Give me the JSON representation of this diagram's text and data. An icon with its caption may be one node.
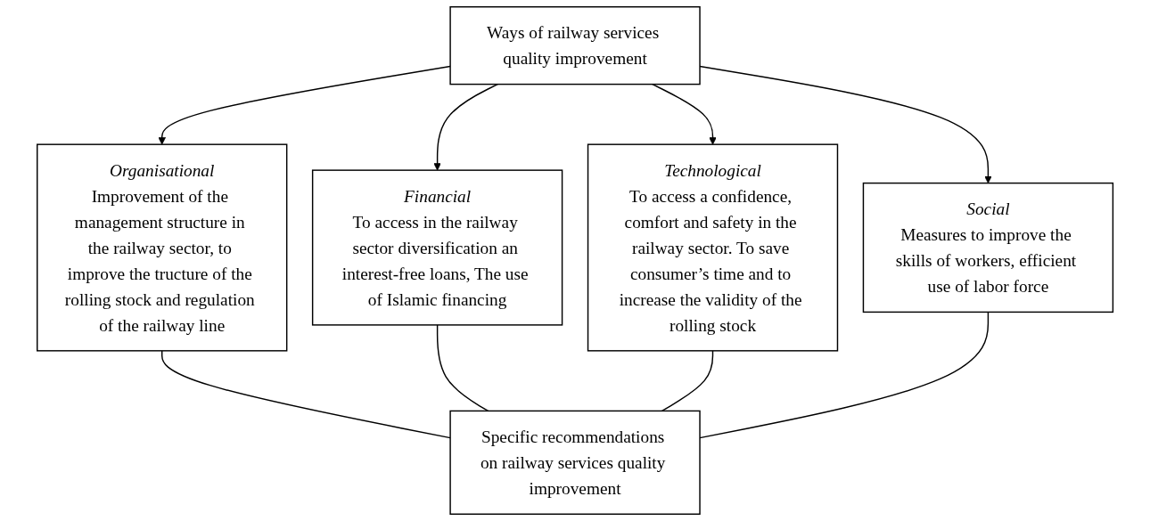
{
  "diagram": {
    "nodes": [
      {
        "text": [
          "Ways of railway services quality improvement"
        ]
      },
      {
        "text": [
          "Organisational",
          "Improvement of the management structure in the railway sector, to improve the tructure of the rolling stock and regulation of the railway line"
        ]
      },
      {
        "text": [
          "Financial",
          "To access in the railway sector diversification an interest-free loans, The use of Islamic financing"
        ]
      },
      {
        "text": [
          "Technological",
          "To access a confidence, comfort and safety in the railway sector. To save consumer’s time and to increase the validity of the rolling stock"
        ]
      },
      {
        "text": [
          "Social",
          "Measures to improve the skills of workers, efficient use of labor force"
        ]
      },
      {
        "text": [
          "Specific recommendations on railway services quality improvement"
        ]
      }
    ],
    "edges": [
      {
        "from": 0,
        "to": 1,
        "arrow": "to"
      },
      {
        "from": 0,
        "to": 2,
        "arrow": "to"
      },
      {
        "from": 0,
        "to": 3,
        "arrow": "to"
      },
      {
        "from": 0,
        "to": 4,
        "arrow": "to"
      },
      {
        "from": 1,
        "to": 5,
        "arrow": "none"
      },
      {
        "from": 2,
        "to": 5,
        "arrow": "none"
      },
      {
        "from": 3,
        "to": 5,
        "arrow": "none"
      },
      {
        "from": 4,
        "to": 5,
        "arrow": "none"
      }
    ]
  }
}
